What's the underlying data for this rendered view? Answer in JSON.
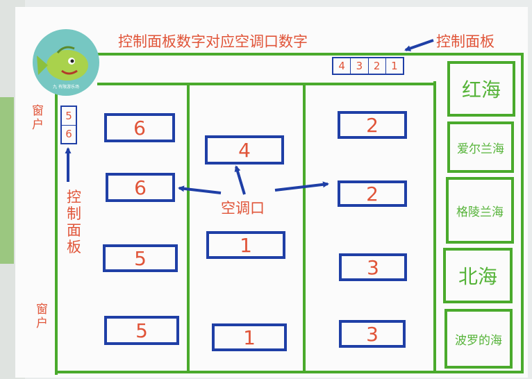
{
  "title": "控制面板数字对应空调口数字",
  "control_panel_top_label": "控制面板",
  "control_panel_left_label": "控制面板",
  "window_top_label": "窗户",
  "window_bottom_label": "窗户",
  "ac_label": "空调口",
  "logo_text": "九 有限游乐场",
  "top_panel_digits": [
    "4",
    "3",
    "2",
    "1"
  ],
  "left_panel_digits": [
    "5",
    "6"
  ],
  "units": {
    "left_col": [
      "6",
      "6",
      "5",
      "5"
    ],
    "mid_col": [
      "4",
      "1",
      "1"
    ],
    "right_col": [
      "2",
      "2",
      "3",
      "3"
    ]
  },
  "seas": [
    "红海",
    "爱尔兰海",
    "格陵兰海",
    "北海",
    "波罗的海"
  ],
  "colors": {
    "wall": "#4aaa2c",
    "unit_border": "#1f3fa6",
    "text": "#e05438",
    "arrow": "#1f3fa6"
  }
}
